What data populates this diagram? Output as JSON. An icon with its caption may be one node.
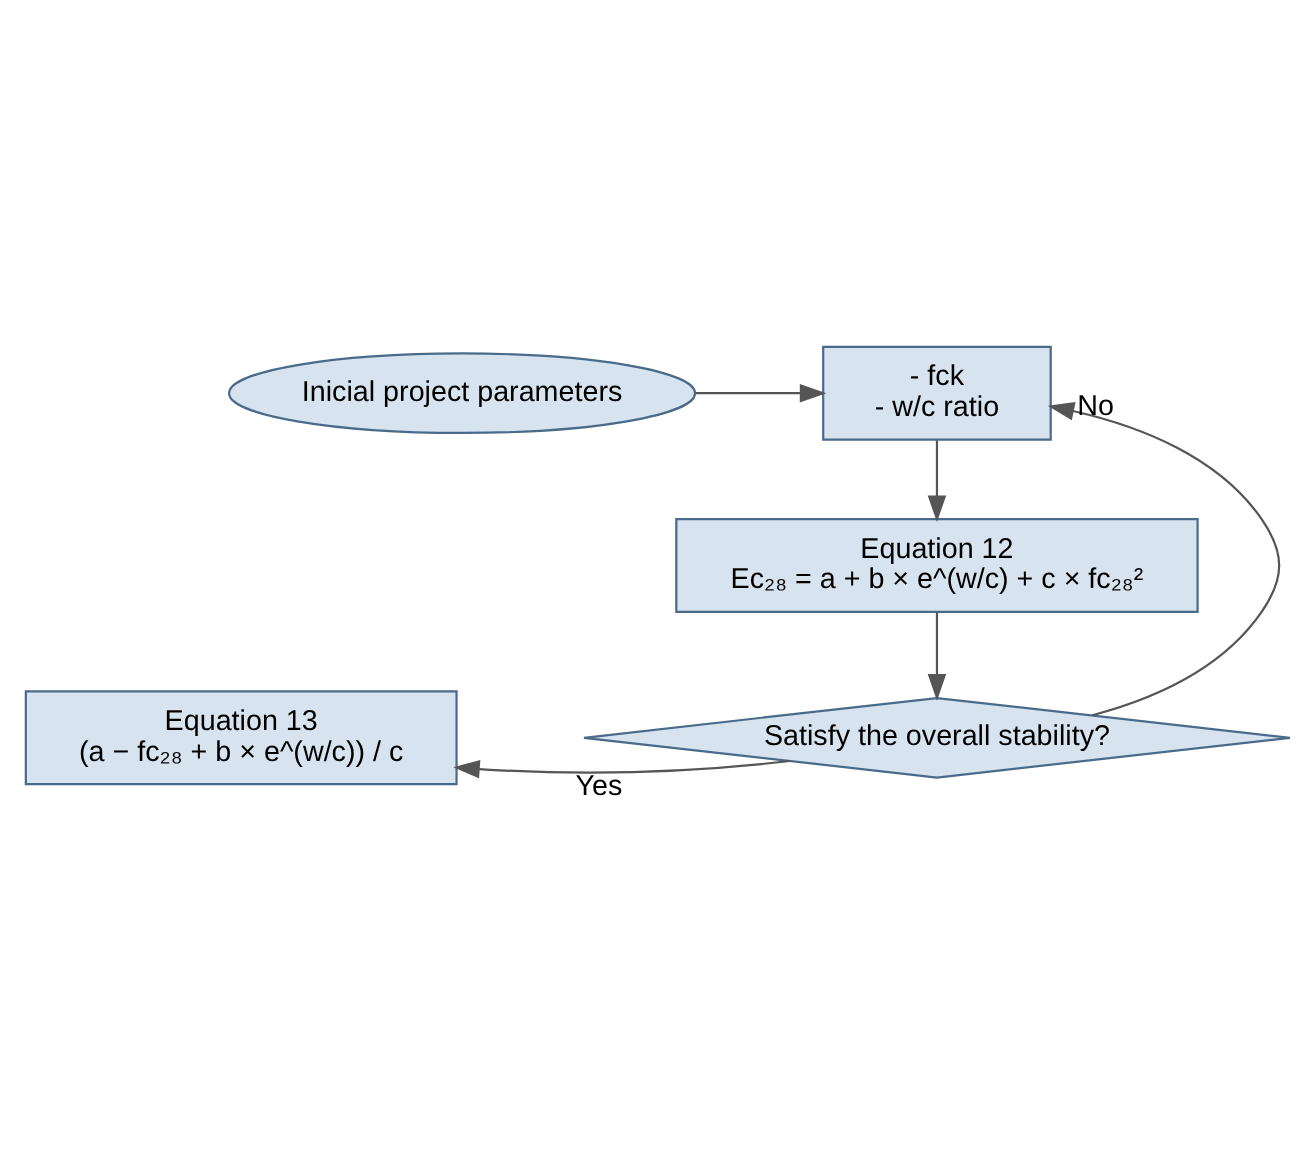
{
  "diagram": {
    "nodes": [
      {
        "text": [
          "Inicial project parameters"
        ]
      },
      {
        "text": [
          "- fck",
          "- w/c ratio"
        ]
      },
      {
        "text": [
          "Equation 12",
          "Ec₂₈ = a + b × e^(w/c) + c × fc₂₈²"
        ]
      },
      {
        "text": [
          "Satisfy the overall stability?"
        ]
      },
      {
        "text": [
          "Equation 13",
          "(a − fc₂₈ + b × e^(w/c)) / c"
        ]
      }
    ],
    "edges": [
      {
        "from": 0,
        "to": 1,
        "arrow": "to"
      },
      {
        "from": 1,
        "to": 2,
        "arrow": "to"
      },
      {
        "from": 2,
        "to": 3,
        "arrow": "to"
      },
      {
        "from": 3,
        "to": 4,
        "arrow": "to",
        "label": "Yes"
      },
      {
        "from": 3,
        "to": 1,
        "arrow": "to",
        "label": "No"
      }
    ]
  }
}
